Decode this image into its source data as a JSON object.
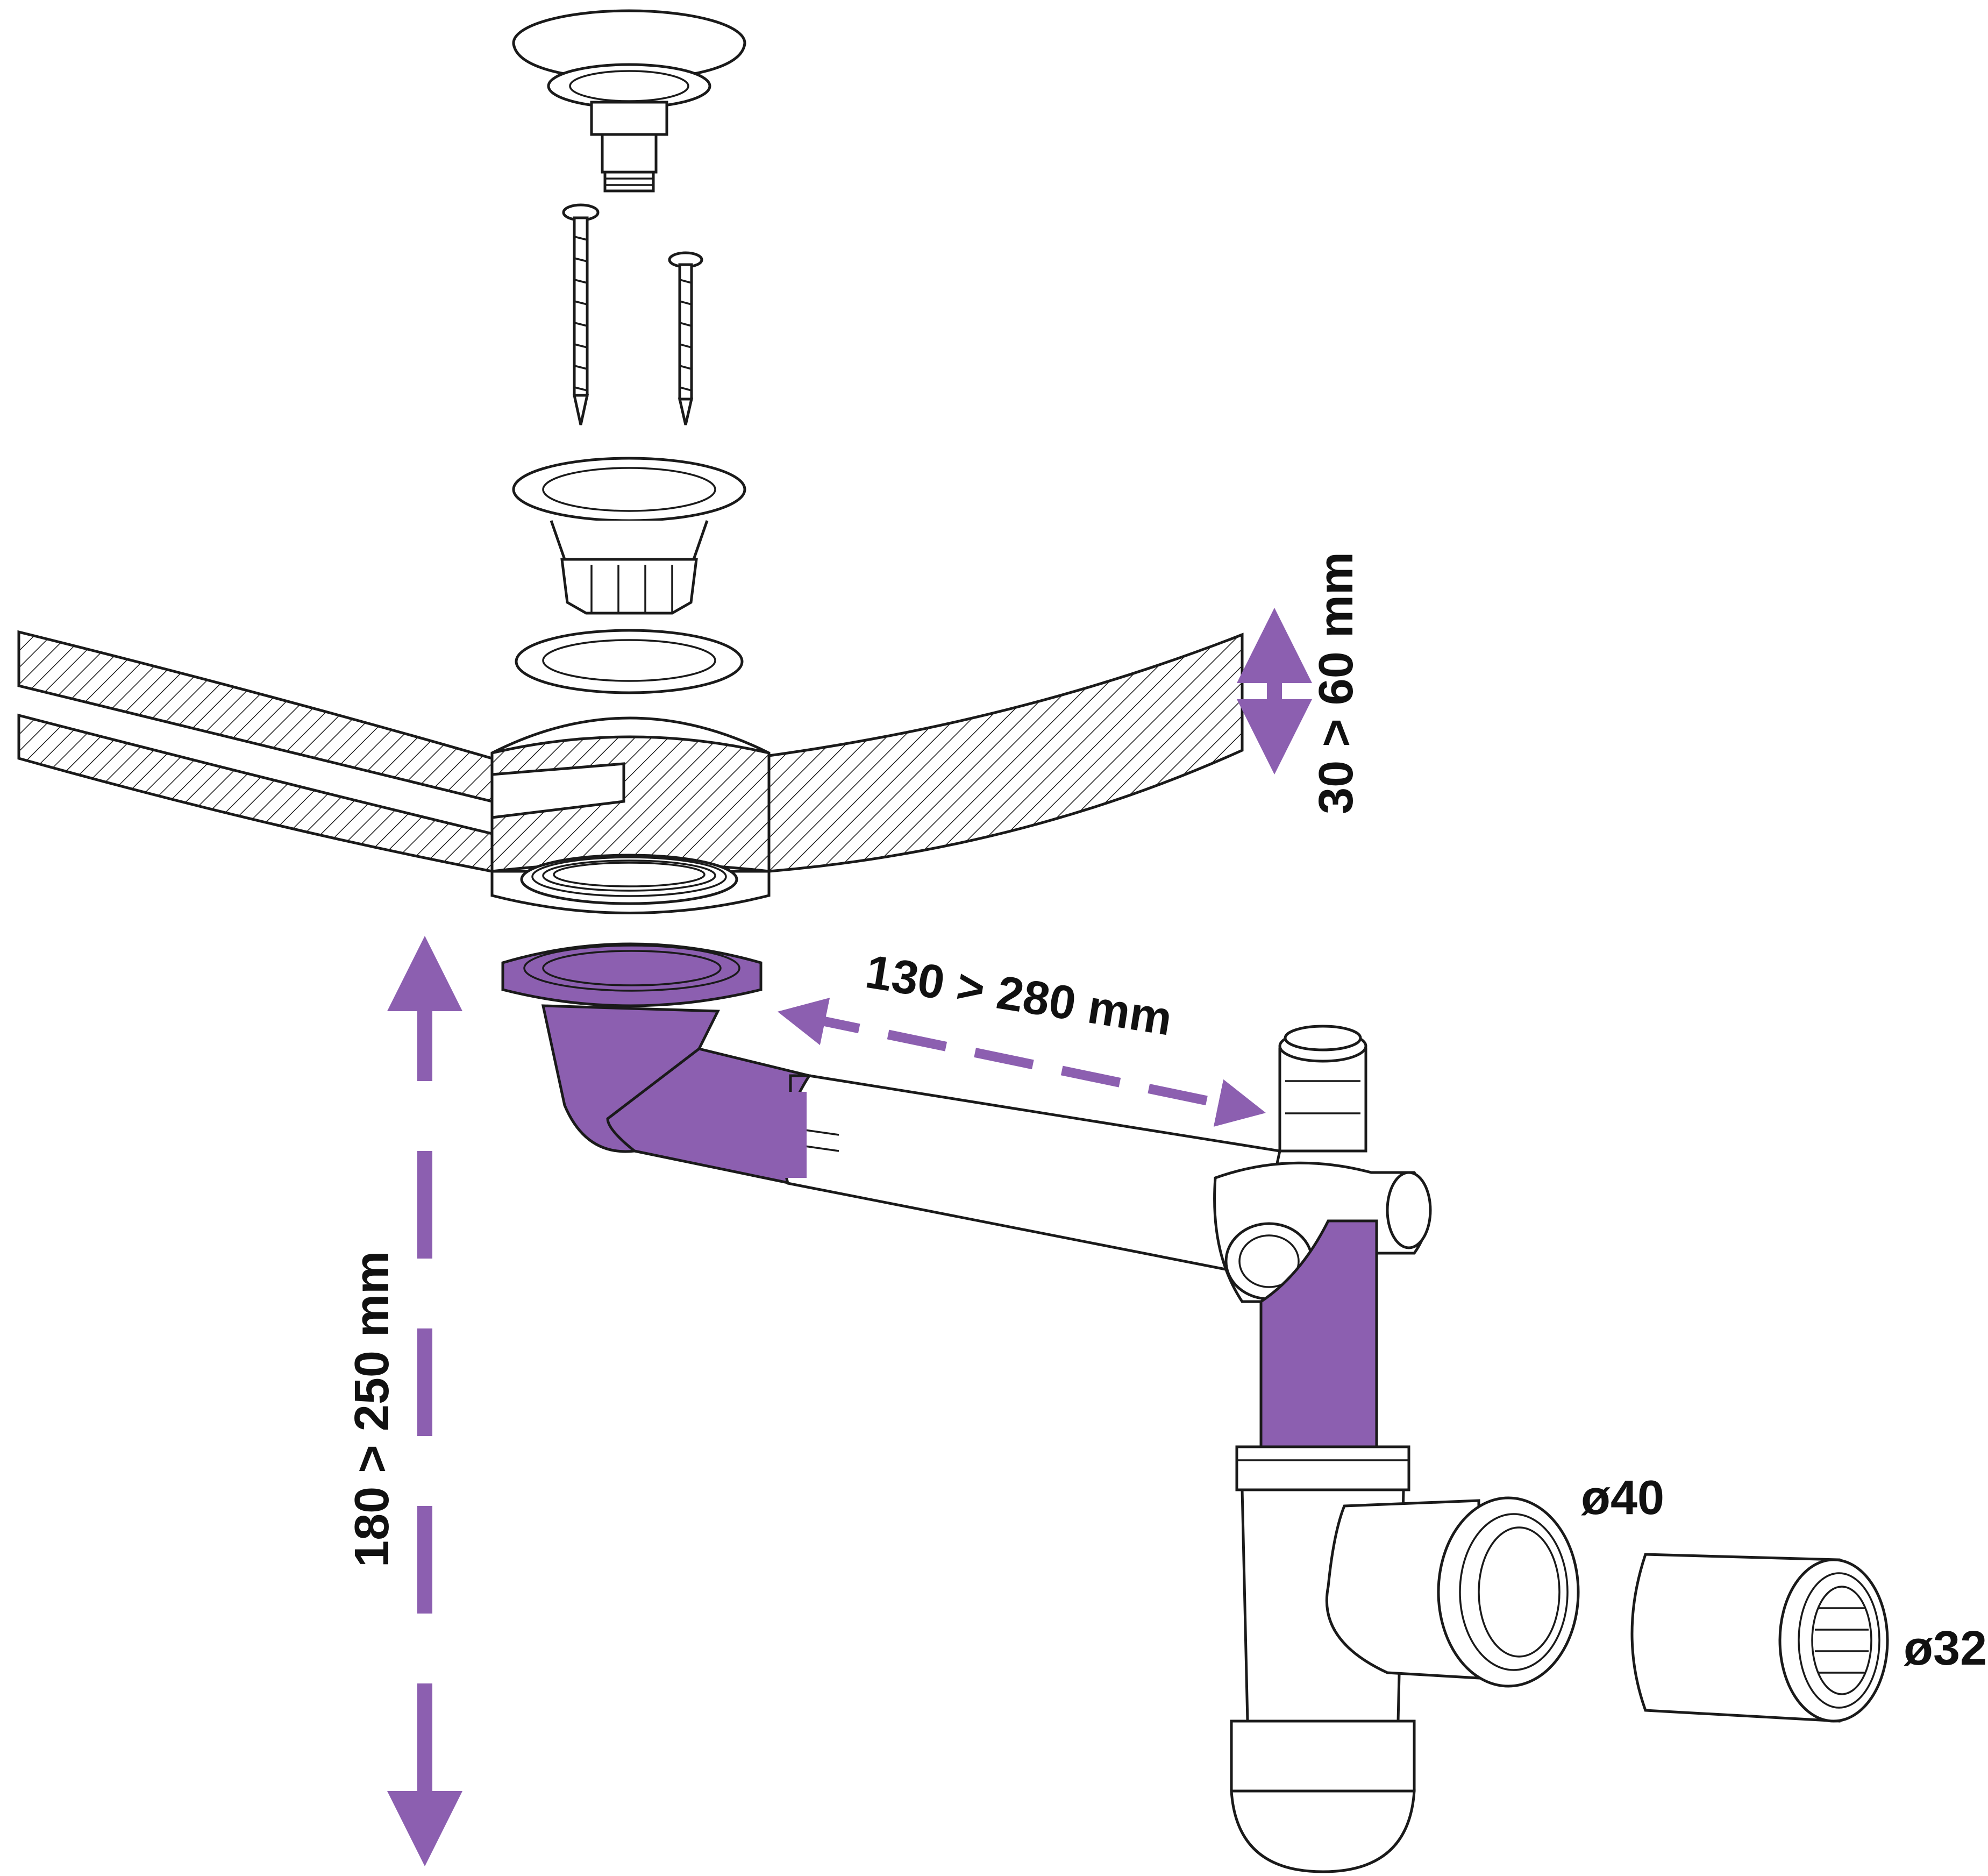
{
  "dimensions": {
    "counter_thickness": "30 > 60 mm",
    "horizontal_offset": "130 > 280 mm",
    "vertical_height": "180 > 250 mm",
    "outlet_diameter_large": "ø40",
    "outlet_diameter_small": "ø32"
  },
  "colors": {
    "accent": "#8c5fb0",
    "line": "#1a1a1a",
    "background": "#ffffff"
  }
}
